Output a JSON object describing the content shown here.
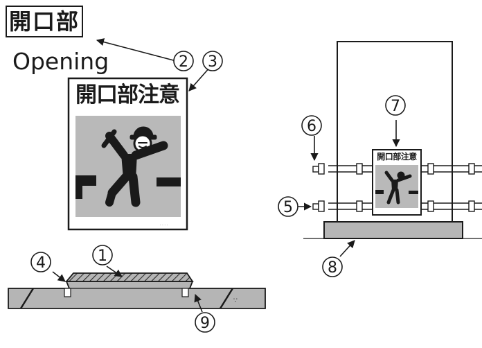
{
  "labels": {
    "jp_title": "開口部",
    "en_title": "Opening",
    "sign_title": "開口部注意",
    "small_sign_title": "開口部注意"
  },
  "numbers": {
    "n1": "1",
    "n2": "2",
    "n3": "3",
    "n4": "4",
    "n5": "5",
    "n6": "6",
    "n7": "7",
    "n8": "8",
    "n9": "9"
  }
}
